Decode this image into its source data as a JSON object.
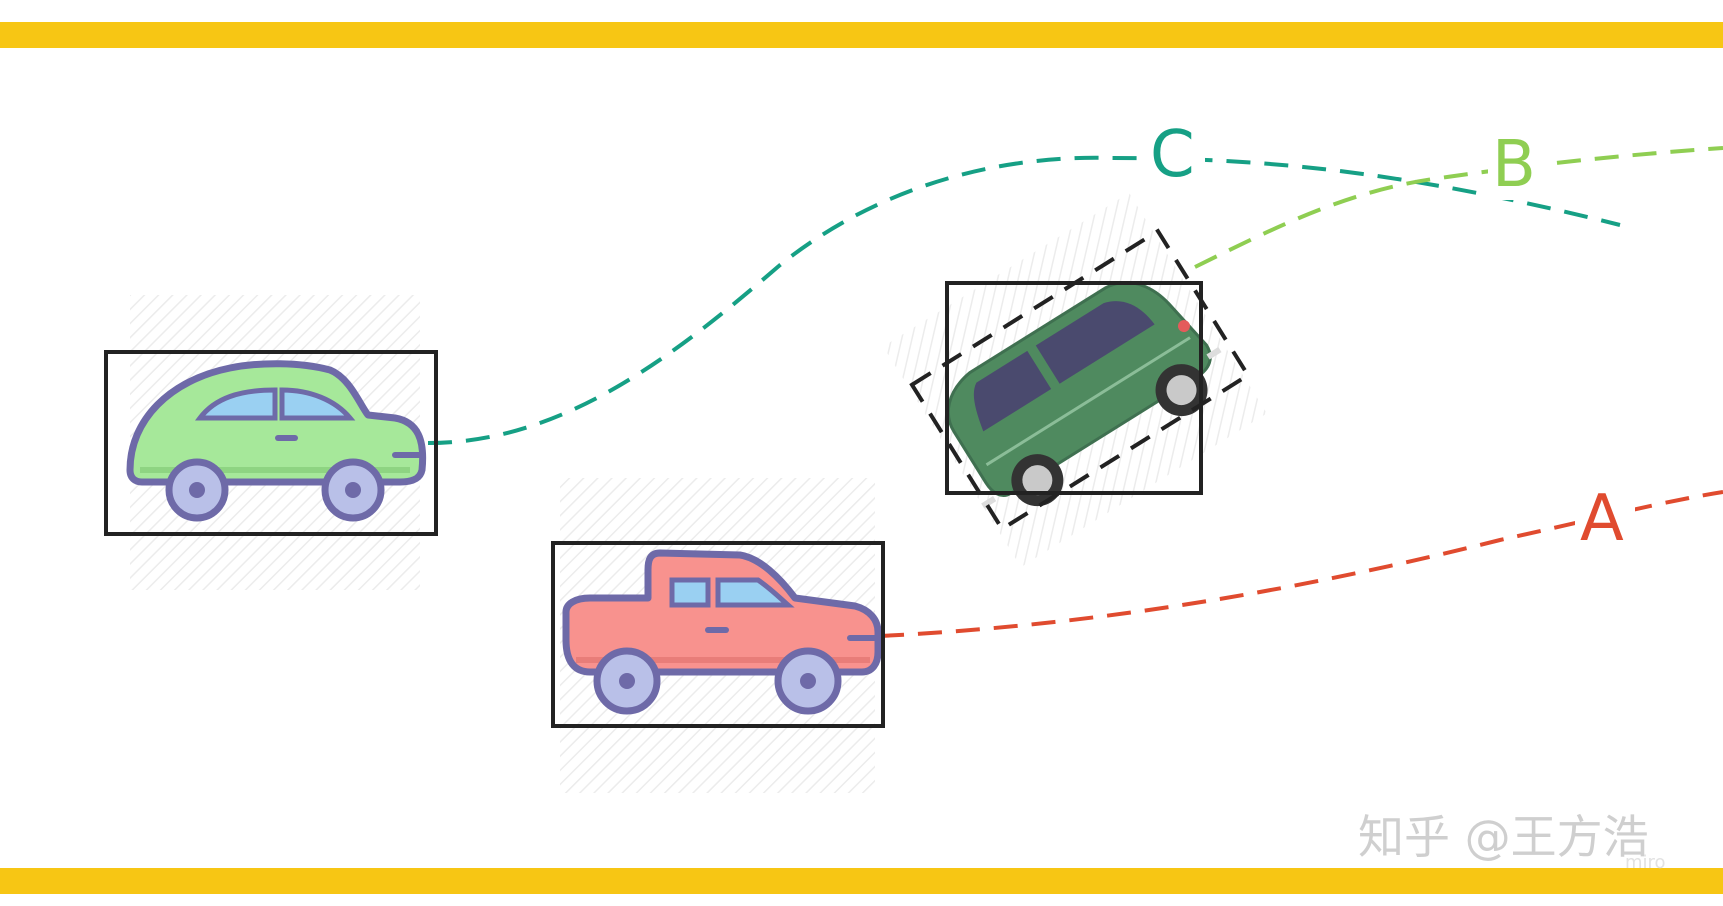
{
  "colors": {
    "lane_border": "#f7c614",
    "path_a": "#e04b2f",
    "path_b": "#8fce52",
    "path_c": "#16a085",
    "box": "#222222",
    "car_green_body": "#a6e89a",
    "car_red_body": "#f8928e",
    "car_dark_green_body": "#4f8a5f",
    "car_outline": "#6e6aa8",
    "window": "#9ad0f2",
    "watermark": "#cfcfcf"
  },
  "paths": {
    "a": {
      "label": "A"
    },
    "b": {
      "label": "B"
    },
    "c": {
      "label": "C"
    }
  },
  "cars": {
    "left": {
      "icon": "green-beetle-car-icon"
    },
    "bottom": {
      "icon": "red-pickup-car-icon"
    },
    "tilted": {
      "icon": "dark-green-minicar-icon"
    }
  },
  "watermark": {
    "text": "知乎 @王方浩",
    "sub": "miro"
  }
}
